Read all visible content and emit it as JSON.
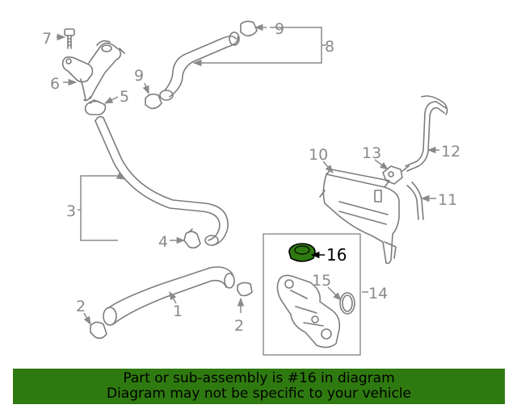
{
  "callouts": {
    "c1": "1",
    "c2a": "2",
    "c2b": "2",
    "c3": "3",
    "c4": "4",
    "c5": "5",
    "c6": "6",
    "c7": "7",
    "c8": "8",
    "c9a": "9",
    "c9b": "9",
    "c10": "10",
    "c11": "11",
    "c12": "12",
    "c13": "13",
    "c14": "14",
    "c15": "15",
    "c16": "16"
  },
  "highlight": {
    "part_number": "16",
    "color": "#2f7a10"
  },
  "footer": {
    "line1": "Part or sub-assembly is #16 in diagram",
    "line2": "Diagram may not be specific to your vehicle"
  }
}
